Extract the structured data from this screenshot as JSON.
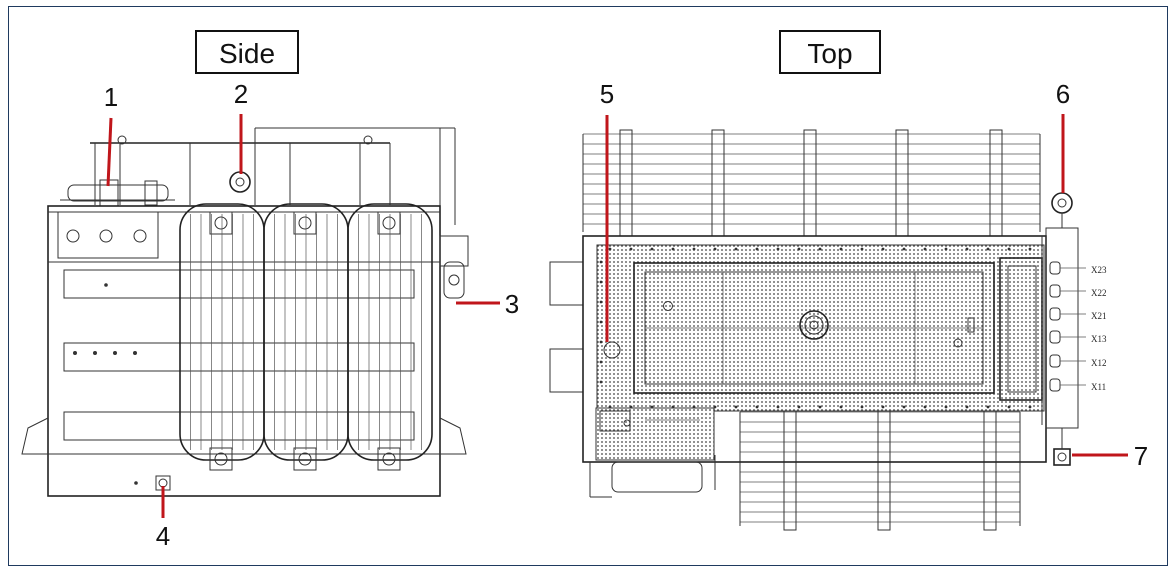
{
  "views": {
    "side": {
      "title": "Side"
    },
    "top": {
      "title": "Top"
    }
  },
  "callouts": [
    {
      "number": "1"
    },
    {
      "number": "2"
    },
    {
      "number": "3"
    },
    {
      "number": "4"
    },
    {
      "number": "5"
    },
    {
      "number": "6"
    },
    {
      "number": "7"
    }
  ],
  "terminals": [
    "X23",
    "X22",
    "X21",
    "X13",
    "X12",
    "X11"
  ],
  "colors": {
    "callout_line": "#c0161b",
    "frame": "#1f3a5f",
    "drawing": "#333333"
  }
}
